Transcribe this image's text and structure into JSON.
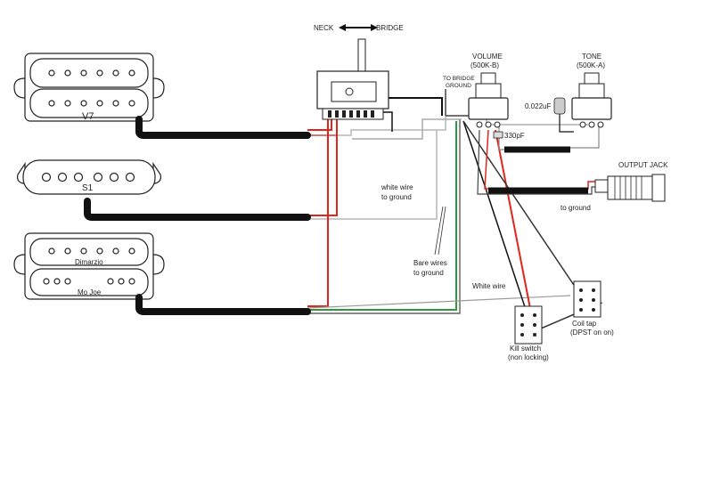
{
  "header": {
    "neck": "NECK",
    "bridge": "BRIDGE"
  },
  "pickups": {
    "neck_model": "V7",
    "middle_model": "S1",
    "bridge_top": "Dimarzio",
    "bridge_bottom": "Mo Joe"
  },
  "components": {
    "to_bridge_ground_1": "TO BRIDGE",
    "to_bridge_ground_2": "GROUND",
    "volume_1": "VOLUME",
    "volume_2": "(500K-B)",
    "tone_1": "TONE",
    "tone_2": "(500K-A)",
    "tone_cap": "0.022uF",
    "vol_cap": "330pF",
    "output_jack": "OUTPUT JACK"
  },
  "annotations": {
    "white_wire_ground_1": "white wire",
    "white_wire_ground_2": "to ground",
    "bare_wires_1": "Bare wires",
    "bare_wires_2": "to ground",
    "white_wire": "White wire",
    "to_ground": "to ground",
    "kill_switch_1": "Kill switch",
    "kill_switch_2": "(non locking)",
    "coil_tap_1": "Coil tap",
    "coil_tap_2": "(DPST  on on)"
  },
  "colors": {
    "hot": "#e0261b",
    "ground_green": "#2e9a3c",
    "cable": "#111111",
    "white_wire": "#c8c8c8"
  }
}
